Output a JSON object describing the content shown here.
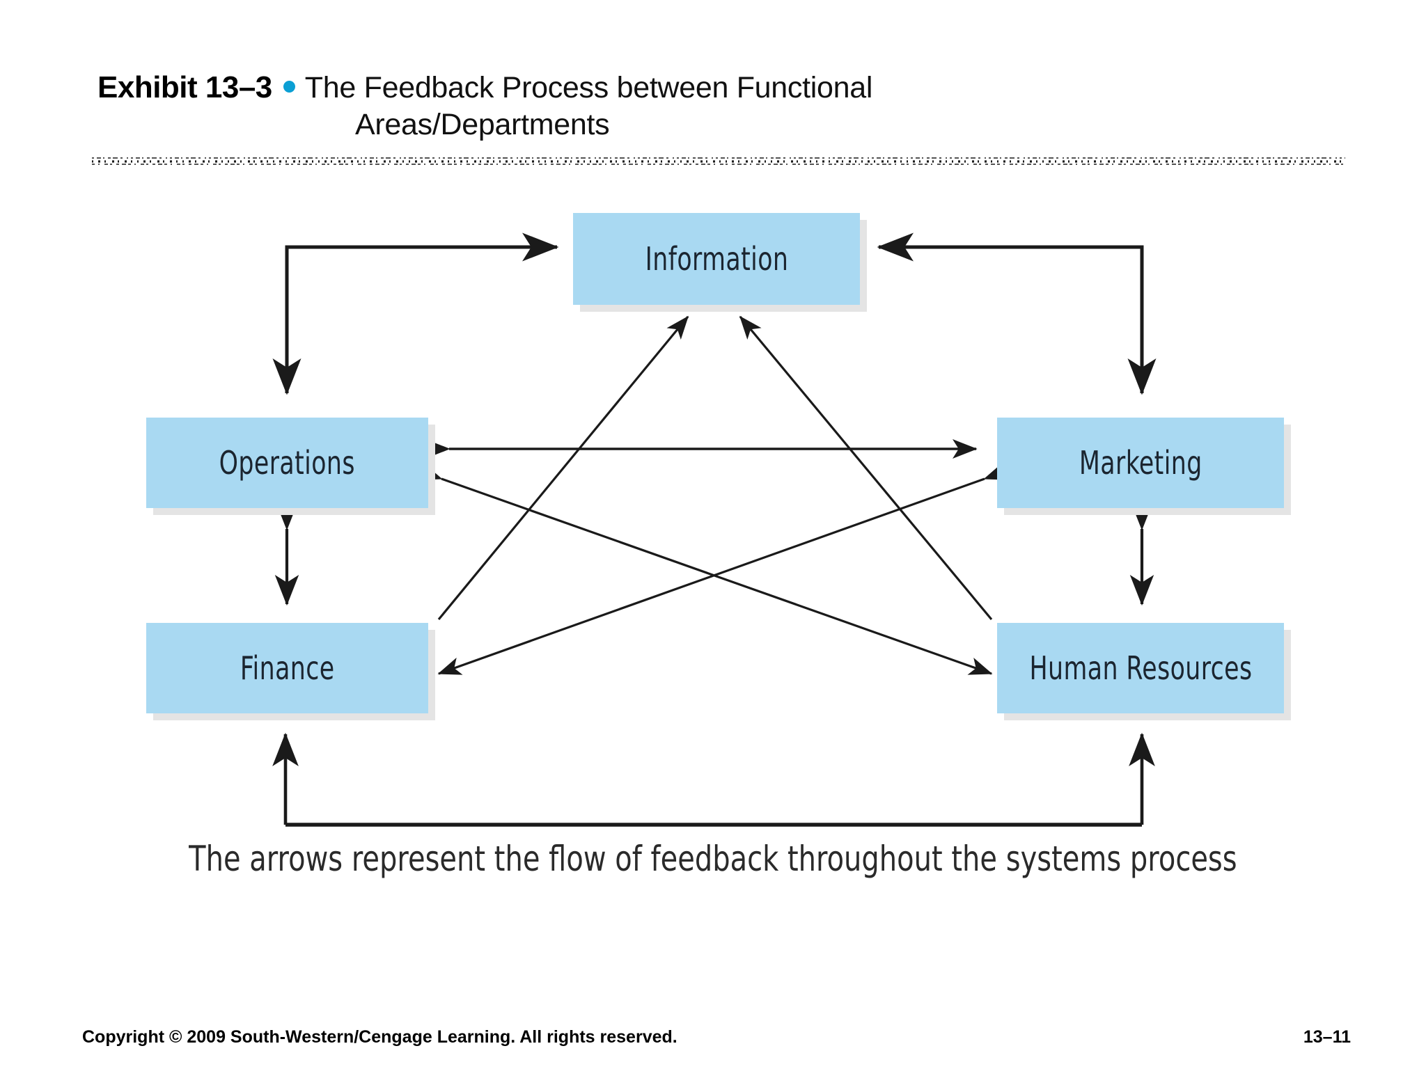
{
  "slide": {
    "title": {
      "exhibit_label": "Exhibit 13–3",
      "bullet_icon": "bullet-dot-icon",
      "bullet_color": "#0b9fd4",
      "line_1": "The Feedback Process between Functional",
      "line_2": "Areas/Departments"
    },
    "divider": {
      "style": "dashed-tick-rule",
      "color": "#1a1a1a"
    },
    "caption": "The arrows represent the flow of feedback throughout the systems process",
    "footer": {
      "copyright": "Copyright © 2009 South-Western/Cengage Learning. All rights reserved.",
      "page_number": "13–11"
    }
  },
  "diagram": {
    "type": "node-link-feedback",
    "box_fill": "#a9d9f2",
    "box_shadow": "#e4e4e4",
    "arrow_color": "#1a1a1a",
    "nodes": [
      {
        "id": "information",
        "label": "Information"
      },
      {
        "id": "operations",
        "label": "Operations"
      },
      {
        "id": "marketing",
        "label": "Marketing"
      },
      {
        "id": "finance",
        "label": "Finance"
      },
      {
        "id": "human_resources",
        "label": "Human Resources"
      }
    ],
    "links": [
      {
        "from": "operations",
        "to": "information",
        "direction": "one-way",
        "route": "orthogonal-top-left"
      },
      {
        "from": "marketing",
        "to": "information",
        "direction": "one-way",
        "route": "orthogonal-top-right"
      },
      {
        "from": "operations",
        "to": "marketing",
        "direction": "two-way",
        "route": "horizontal"
      },
      {
        "from": "operations",
        "to": "finance",
        "direction": "two-way",
        "route": "vertical-left"
      },
      {
        "from": "marketing",
        "to": "human_resources",
        "direction": "two-way",
        "route": "vertical-right"
      },
      {
        "from": "finance",
        "to": "information",
        "direction": "one-way",
        "route": "diagonal"
      },
      {
        "from": "human_resources",
        "to": "information",
        "direction": "one-way",
        "route": "diagonal"
      },
      {
        "from": "operations",
        "to": "human_resources",
        "direction": "two-way",
        "route": "diagonal"
      },
      {
        "from": "marketing",
        "to": "finance",
        "direction": "two-way",
        "route": "diagonal"
      },
      {
        "from": "finance",
        "to": "human_resources",
        "direction": "two-way",
        "route": "orthogonal-bottom"
      }
    ]
  }
}
